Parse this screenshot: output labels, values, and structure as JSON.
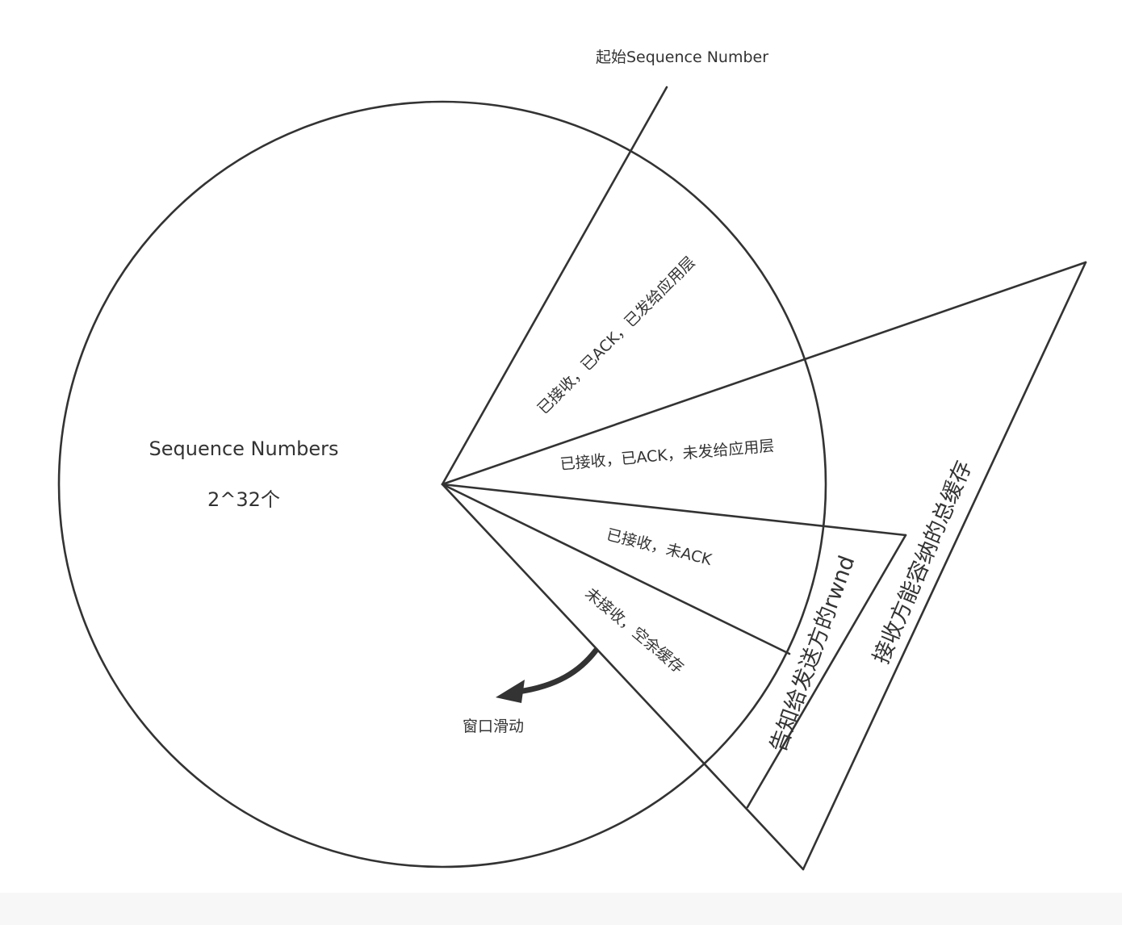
{
  "diagram": {
    "labels": {
      "start_seq": "起始Sequence Number",
      "circle_title": "Sequence Numbers",
      "circle_count": "2^32个",
      "seg_acked_delivered": "已接收，已ACK，已发给应用层",
      "seg_acked_not_delivered": "已接收，已ACK，未发给应用层",
      "seg_received_not_acked": "已接收，未ACK",
      "seg_not_received_free": "未接收，空余缓存",
      "window_slide": "窗口滑动",
      "rwnd_advertised": "告知给发送方的rwnd",
      "total_buffer": "接收方能容纳的总缓存"
    },
    "colors": {
      "line": "#333333",
      "text": "#333333",
      "background": "#ffffff"
    }
  }
}
